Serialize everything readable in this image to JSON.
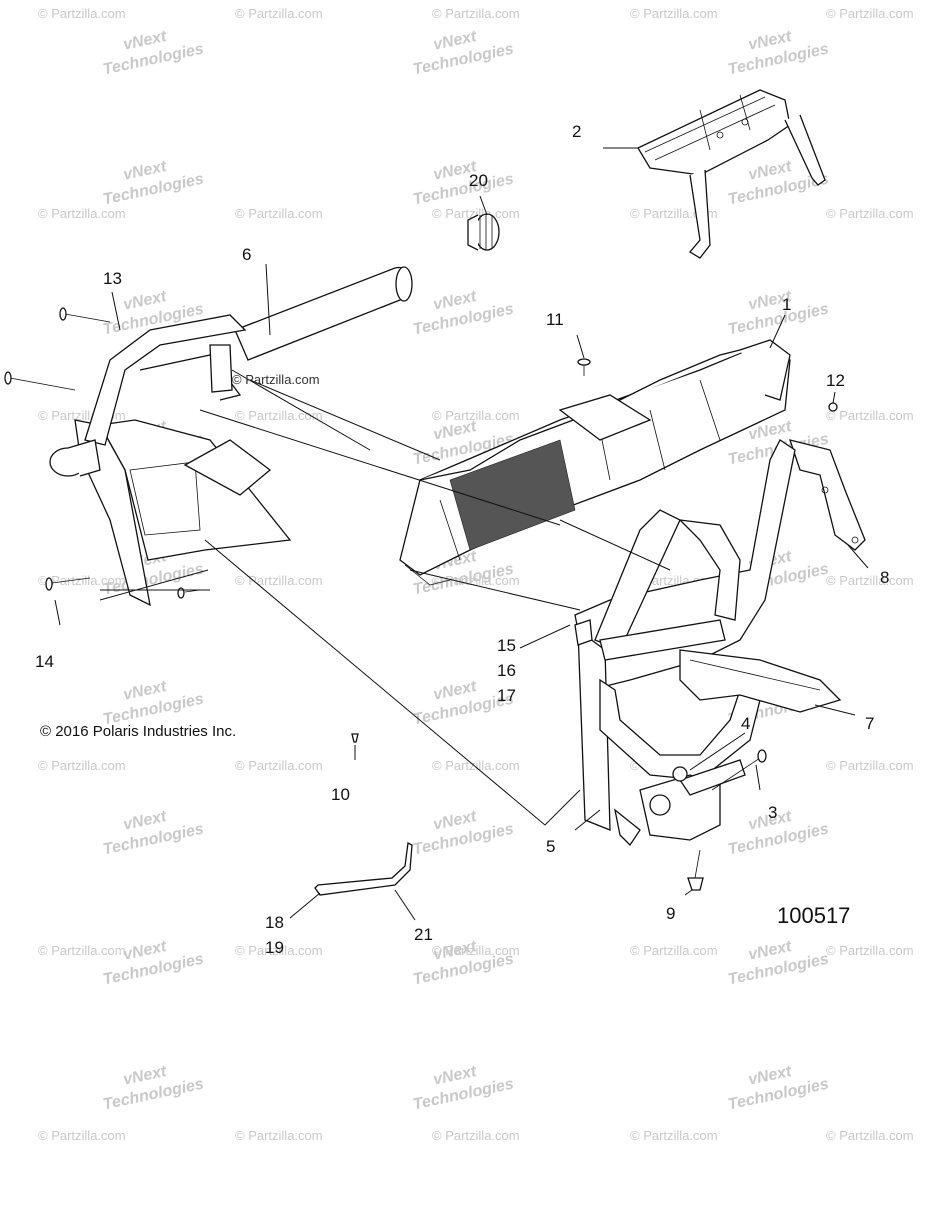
{
  "diagram": {
    "copyright": "© 2016 Polaris Industries Inc.",
    "diagram_number": "100517",
    "watermark_site": "© Partzilla.com",
    "watermark_brand_line1": "vNext",
    "watermark_brand_line2": "Technologies",
    "callouts": [
      "1",
      "2",
      "3",
      "4",
      "5",
      "6",
      "7",
      "8",
      "9",
      "10",
      "11",
      "12",
      "13",
      "14",
      "15",
      "16",
      "17",
      "18",
      "19",
      "20",
      "21"
    ]
  }
}
